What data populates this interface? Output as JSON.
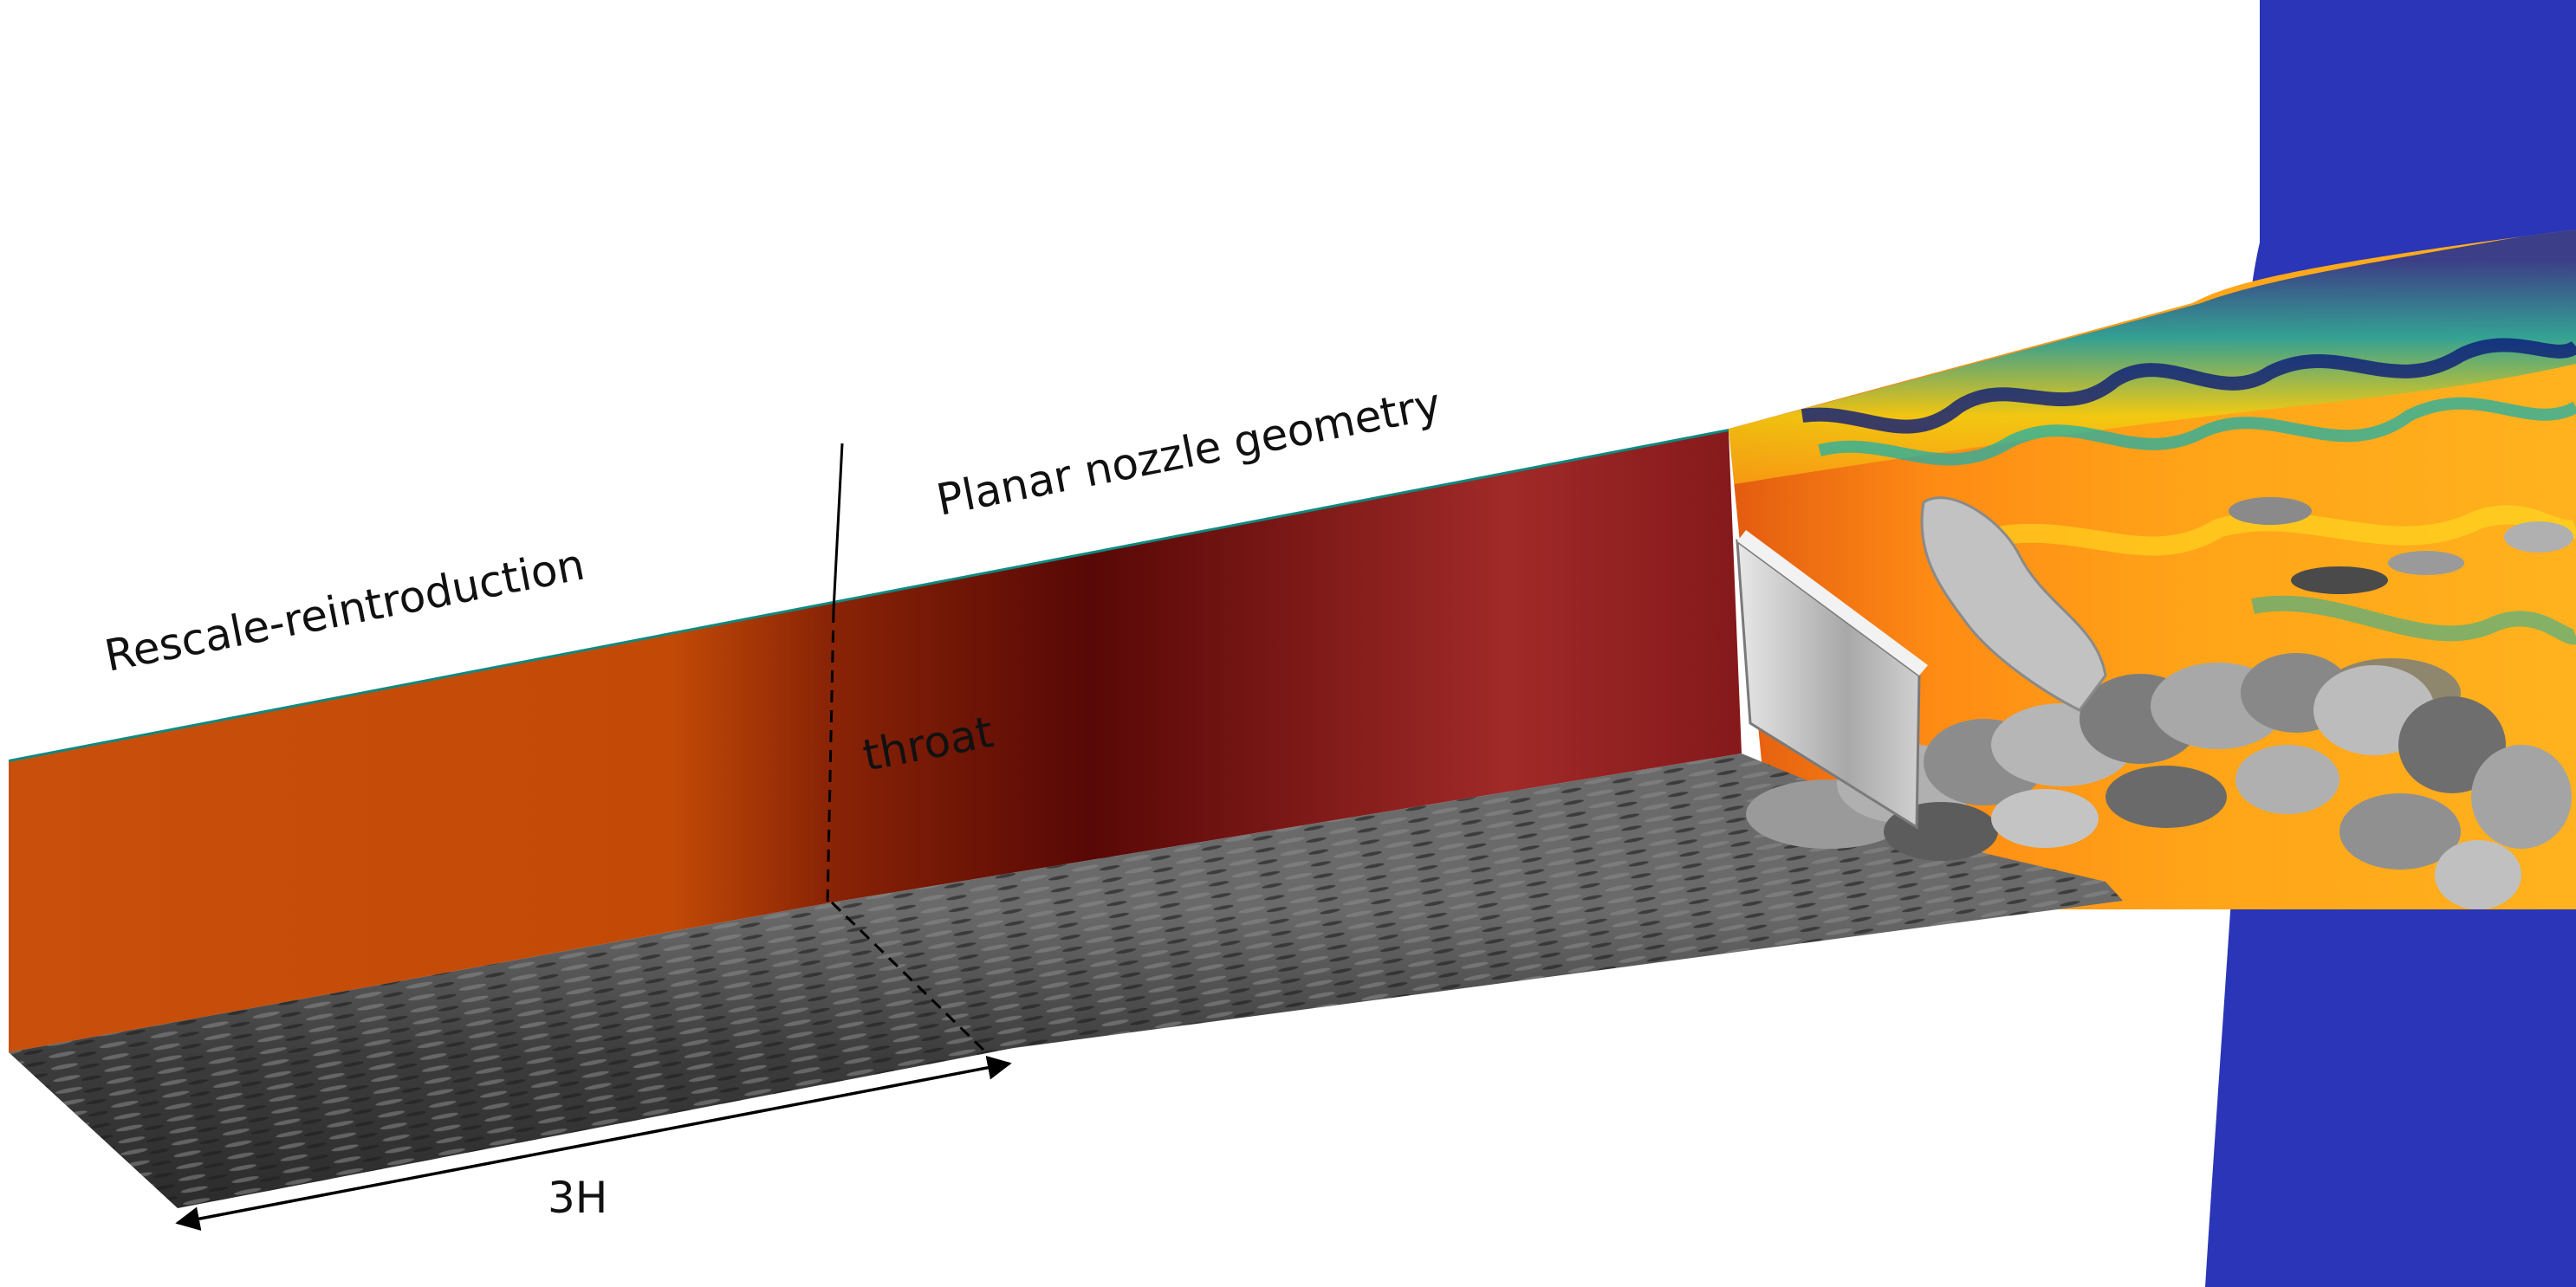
{
  "labels": {
    "left_section": "Rescale-reintroduction",
    "right_section": "Planar nozzle geometry",
    "throat": "throat",
    "dimension": "3H"
  },
  "colors": {
    "background": "#ffffff",
    "inflow_wall": "#c8500c",
    "nozzle_dark_red": "#5a0a06",
    "nozzle_red": "#a02a28",
    "ambient_blue": "#2a35b8",
    "jet_core": "#ff8a10",
    "turbulent_surface": "#4a4a4a",
    "iso_surface": "#b8b8b8"
  }
}
